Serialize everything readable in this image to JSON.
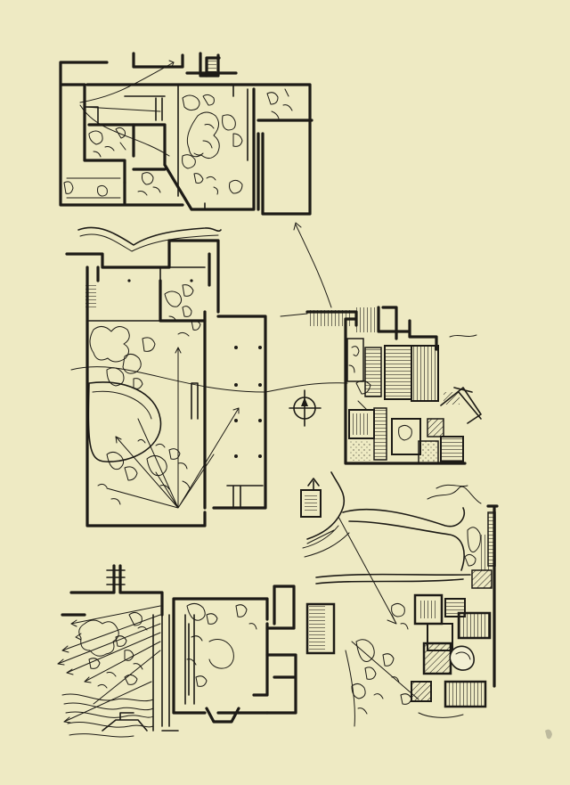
{
  "drawing": {
    "paper_color": "#eeeac3",
    "ink_color": "#1d1b16",
    "plans": [
      {
        "id": "courtyard-plan-top"
      },
      {
        "id": "garden-hall-plan-middle-left"
      },
      {
        "id": "terraced-buildings-plan-middle-right"
      },
      {
        "id": "river-garden-plan-bottom-right"
      },
      {
        "id": "rockery-garden-plan-bottom-left"
      }
    ],
    "annotations": {
      "north_arrow_icon": "compass-circle-icon",
      "text_labels": []
    }
  }
}
